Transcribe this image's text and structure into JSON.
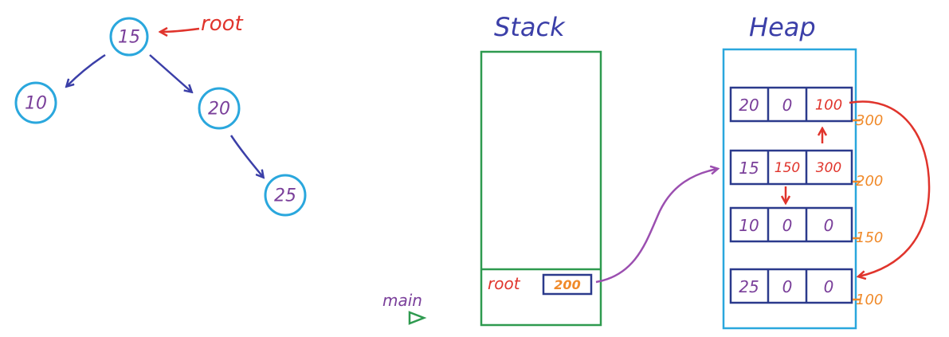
{
  "tree": {
    "root_label": "root",
    "nodes": [
      "15",
      "10",
      "20",
      "25"
    ]
  },
  "stack": {
    "title": "Stack",
    "frame_label": "main",
    "var_name": "root",
    "var_value": "200"
  },
  "heap": {
    "title": "Heap",
    "rows": [
      {
        "cells": [
          "20",
          "0",
          "100"
        ],
        "address": "300"
      },
      {
        "cells": [
          "15",
          "150",
          "300"
        ],
        "address": "200"
      },
      {
        "cells": [
          "10",
          "0",
          "0"
        ],
        "address": "150"
      },
      {
        "cells": [
          "25",
          "0",
          "0"
        ],
        "address": "100"
      }
    ]
  },
  "colors": {
    "node_outline": "#2aa7dd",
    "stack_border": "#2e9a4f",
    "heap_border": "#2aa7dd",
    "pointer_red": "#e0342c",
    "address_orange": "#f08a2a",
    "purple": "#7a3f9a"
  }
}
